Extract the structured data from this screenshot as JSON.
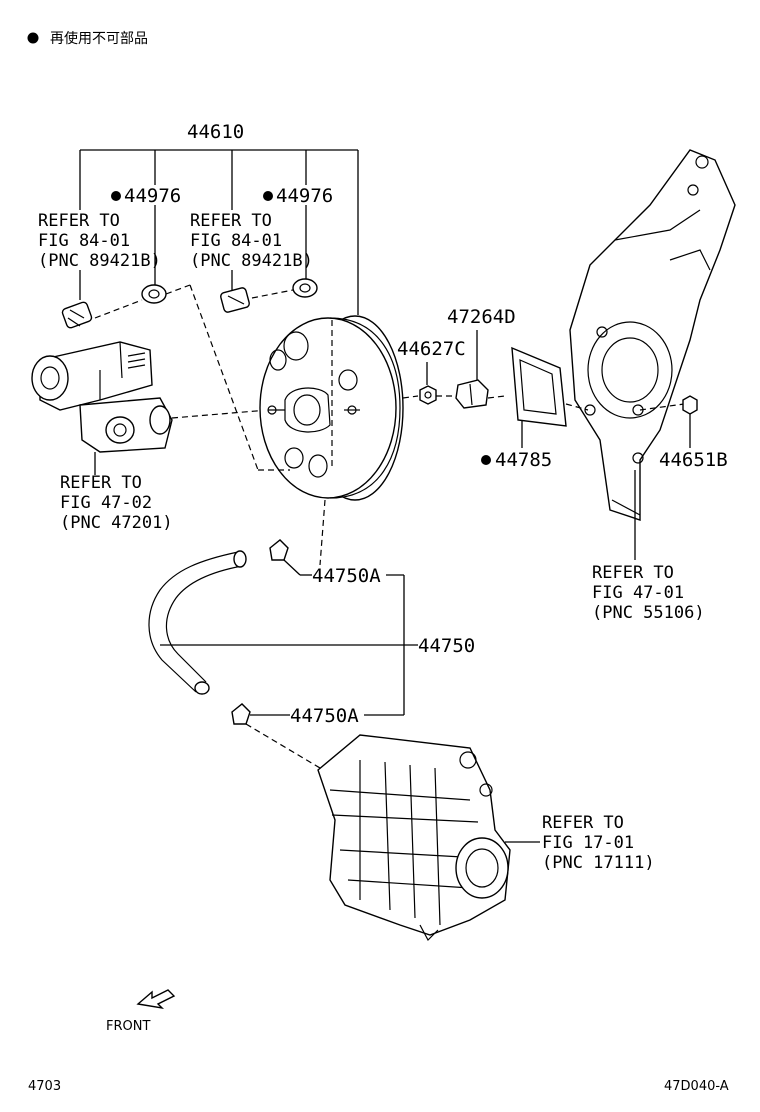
{
  "legend": {
    "symbol": "●",
    "text": "再使用不可部品"
  },
  "parts": {
    "p44610": "44610",
    "p44976_left": "44976",
    "p44976_right": "44976",
    "p47264D": "47264D",
    "p44627C": "44627C",
    "p44785": "44785",
    "p44651B": "44651B",
    "p44750A_top": "44750A",
    "p44750": "44750",
    "p44750A_bottom": "44750A"
  },
  "refs": {
    "ref_84_left": [
      "REFER TO",
      "FIG 84-01",
      "(PNC 89421B)"
    ],
    "ref_84_right": [
      "REFER TO",
      "FIG 84-01",
      "(PNC 89421B)"
    ],
    "ref_47_02": [
      "REFER TO",
      "FIG 47-02",
      "(PNC 47201)"
    ],
    "ref_47_01": [
      "REFER TO",
      "FIG 47-01",
      "(PNC 55106)"
    ],
    "ref_17_01": [
      "REFER TO",
      "FIG 17-01",
      "(PNC 17111)"
    ]
  },
  "front_label": "FRONT",
  "page_code": "4703",
  "figure_code": "47D040-A"
}
